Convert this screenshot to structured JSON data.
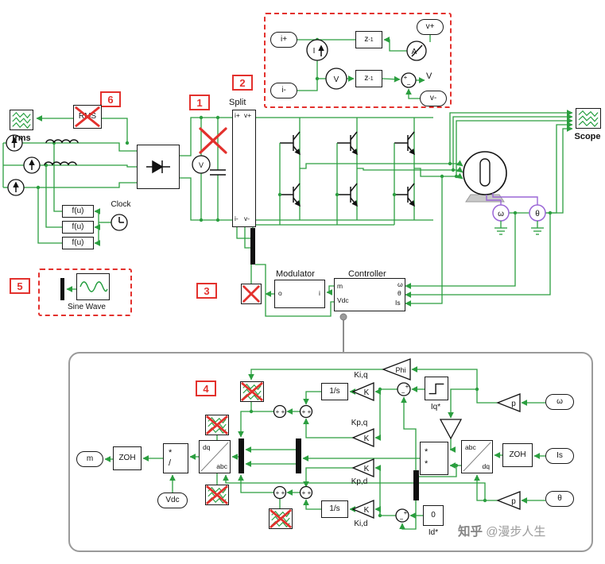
{
  "badges": {
    "b1": "1",
    "b2": "2",
    "b3": "3",
    "b4": "4",
    "b5": "5",
    "b6": "6"
  },
  "glyphs": {
    "plus": "+",
    "minus": "−",
    "star": "*",
    "slash": "/"
  },
  "colors": {
    "wire": "#2b9e3f",
    "red": "#e3312d",
    "purple": "#9a66d6",
    "gray": "#9a9a9a",
    "scope_trace": "#1f9b3a"
  },
  "top_box": {
    "i_plus": "i+",
    "i_minus": "i-",
    "v_plus": "v+",
    "v_minus": "v-",
    "src": "I",
    "ammeter": "A",
    "voltmeter": "V",
    "delay": "z",
    "delay_exp": "-1",
    "out": "V"
  },
  "left_area": {
    "irms": "Irms",
    "rms": "RMS",
    "fu": "f(u)",
    "clock": "Clock"
  },
  "split": {
    "title": "Split",
    "tl": "i+",
    "tr": "v+",
    "bl": "i-",
    "br": "v-"
  },
  "scope": {
    "label": "Scope"
  },
  "mid": {
    "modulator": "Modulator",
    "mod_o": "o",
    "mod_i": "i",
    "controller": "Controller",
    "m": "m",
    "vdc": "Vdc",
    "omega": "ω",
    "theta": "θ",
    "is": "Is"
  },
  "sine": {
    "label": "Sine Wave"
  },
  "meters": {
    "omega": "ω",
    "theta": "θ"
  },
  "ctrl": {
    "phi": "Phi",
    "k": "K",
    "kiq": "Ki,q",
    "kpq": "Kp,q",
    "kpd": "Kp,d",
    "kid": "Ki,d",
    "integ": "1/s",
    "zoh": "ZOH",
    "iq_ref": "Iq*",
    "id_ref": "Id*",
    "zero": "0",
    "dq": "dq",
    "abc": "abc",
    "p": "p",
    "m": "m",
    "vdc": "Vdc",
    "omega": "ω",
    "theta": "θ",
    "is": "Is"
  },
  "watermark": {
    "brand": "知乎",
    "handle": "@漫步人生"
  }
}
